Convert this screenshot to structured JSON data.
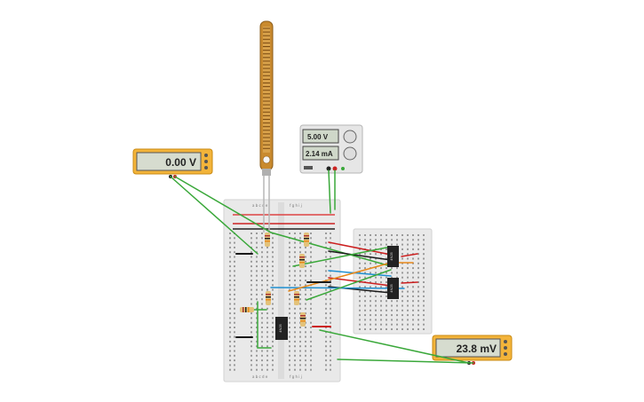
{
  "canvas": {
    "background": "#ffffff"
  },
  "components": {
    "multimeter_left": {
      "reading": "0.00 V",
      "unit_icon": "dial-icon"
    },
    "multimeter_right": {
      "reading": "23.8 mV",
      "unit_icon": "dial-icon"
    },
    "power_supply": {
      "voltage": "5.00 V",
      "current": "2.14 mA"
    },
    "flex_sensor": {
      "label": "flex-sensor"
    },
    "ic_chips": {
      "part_label": "4N25"
    },
    "breadboard_main": {
      "column_labels_left": [
        "a",
        "b",
        "c",
        "d",
        "e"
      ],
      "column_labels_right": [
        "f",
        "g",
        "h",
        "i",
        "j"
      ]
    }
  },
  "colors": {
    "wire_green": "#3aa83a",
    "wire_red": "#cc1f1f",
    "wire_black": "#1a1a1a",
    "wire_blue": "#1f8fd0",
    "wire_orange": "#e8891a",
    "meter_body": "#f3b43a",
    "breadboard": "#e9e9e9",
    "sensor": "#c98a2e"
  }
}
